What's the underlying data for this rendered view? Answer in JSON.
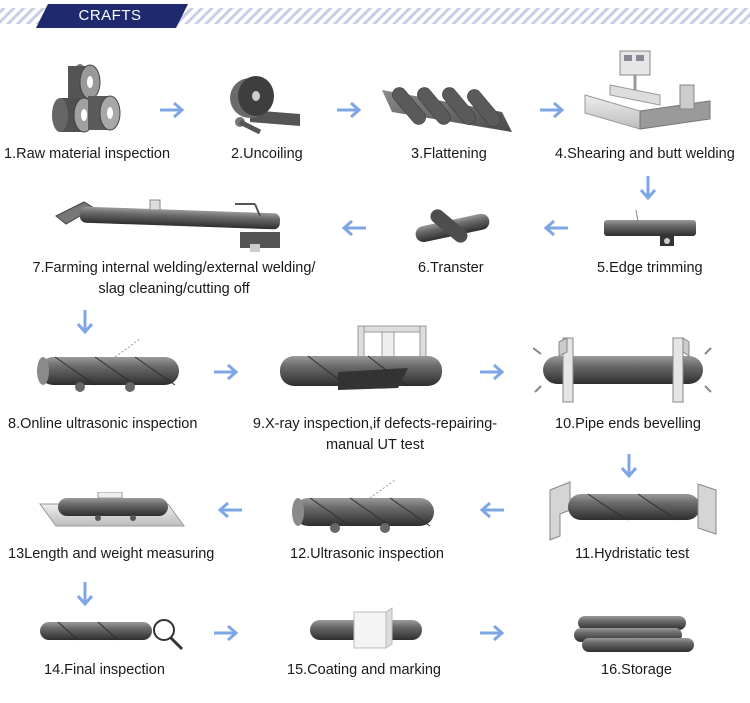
{
  "header": {
    "title": "CRAFTS"
  },
  "colors": {
    "accent": "#1f2a6e",
    "arrow": "#7ea6e6",
    "stripe": "#c9cde6"
  },
  "steps": [
    {
      "label": "1.Raw material inspection",
      "icon": "steel-coils-icon"
    },
    {
      "label": "2.Uncoiling",
      "icon": "uncoiling-icon"
    },
    {
      "label": "3.Flattening",
      "icon": "flattening-rollers-icon"
    },
    {
      "label": "4.Shearing and butt welding",
      "icon": "shearing-welding-icon"
    },
    {
      "label": "5.Edge trimming",
      "icon": "edge-trimming-icon"
    },
    {
      "label": "6.Transter",
      "icon": "transfer-icon"
    },
    {
      "label": "7.Farming internal welding/external welding/",
      "label2": "slag cleaning/cutting off",
      "icon": "forming-welding-line-icon"
    },
    {
      "label": "8.Online ultrasonic inspection",
      "icon": "ultrasonic-pipe-icon"
    },
    {
      "label": "9.X-ray inspection,if defects-repairing-",
      "label2": "manual UT test",
      "icon": "xray-inspection-icon"
    },
    {
      "label": "10.Pipe ends bevelling",
      "icon": "bevelling-icon"
    },
    {
      "label": "11.Hydristatic test",
      "icon": "hydrostatic-test-icon"
    },
    {
      "label": "12.Ultrasonic inspection",
      "icon": "ultrasonic-pipe-icon"
    },
    {
      "label": "13Length and weight measuring",
      "icon": "measuring-table-icon"
    },
    {
      "label": "14.Final inspection",
      "icon": "magnifier-pipe-icon"
    },
    {
      "label": "15.Coating and marking",
      "icon": "coating-icon"
    },
    {
      "label": "16.Storage",
      "icon": "pipe-stack-icon"
    }
  ]
}
